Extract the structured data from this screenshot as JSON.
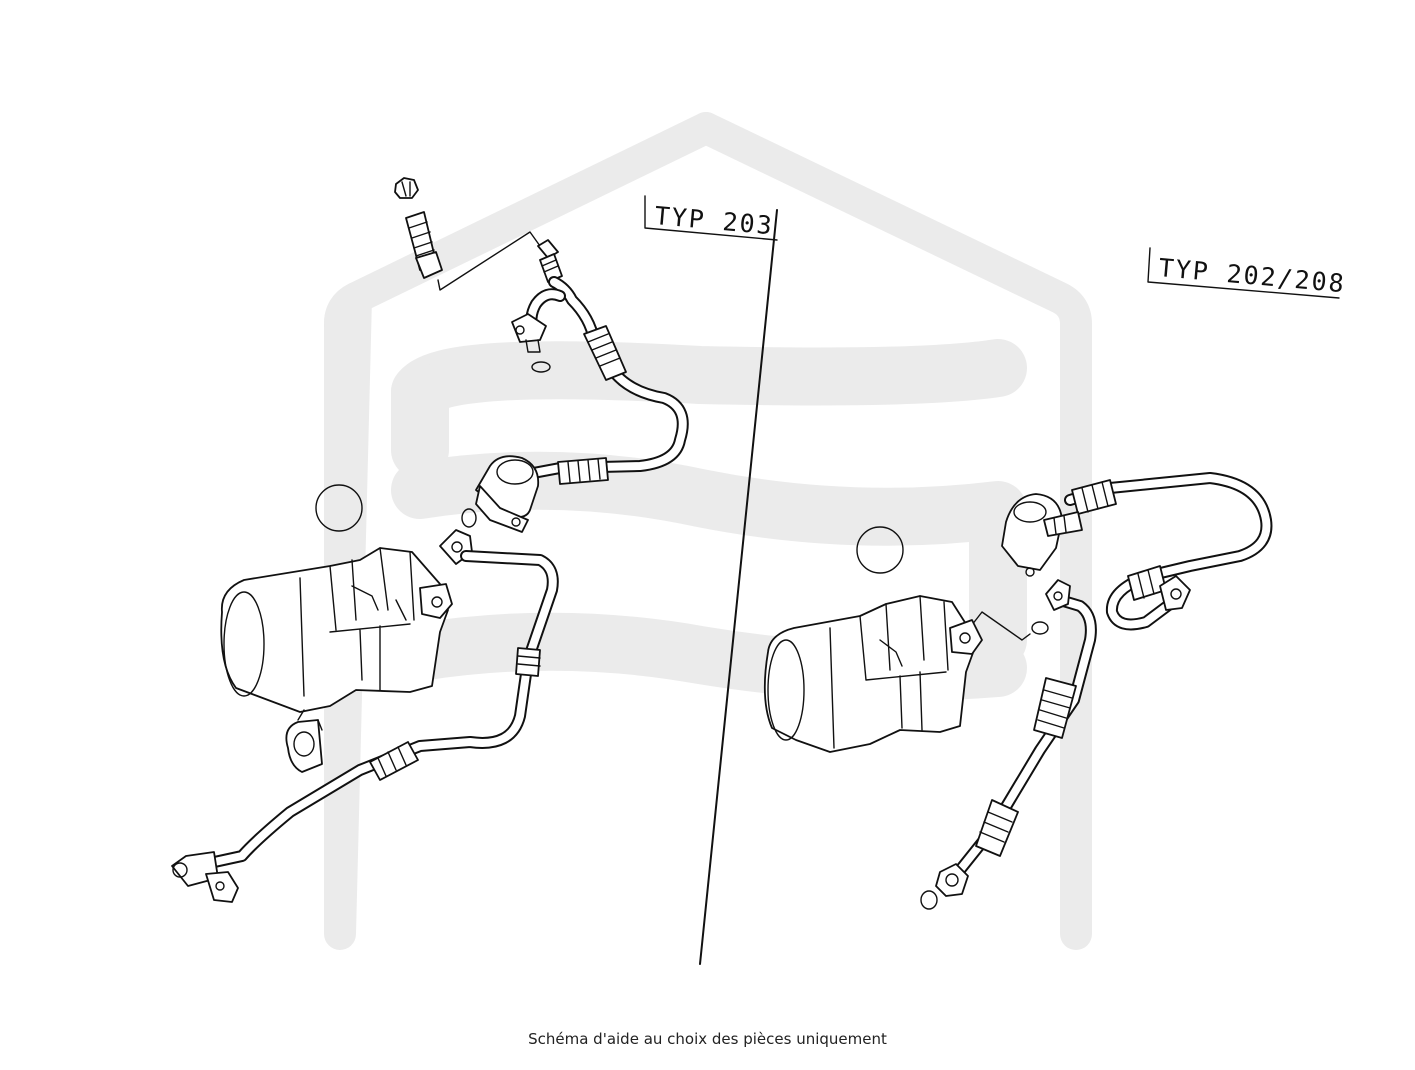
{
  "labels": {
    "typ_203": "TYP 203",
    "typ_202_208": "TYP 202/208"
  },
  "caption": "Schéma d'aide au choix des pièces uniquement"
}
